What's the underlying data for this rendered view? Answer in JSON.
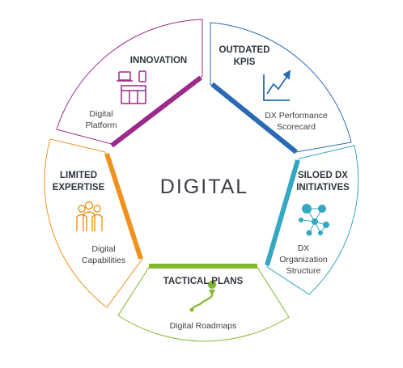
{
  "center": {
    "label": "DIGITAL"
  },
  "segments": [
    {
      "id": "innovation",
      "heading": "INNOVATION",
      "sub": "Digital\nPlatform",
      "color": "#9b2a8a",
      "icon": "computer-devices-icon"
    },
    {
      "id": "outdated-kpis",
      "heading": "OUTDATED\nKPIS",
      "sub": "DX Performance\nScorecard",
      "color": "#2a6ab5",
      "icon": "growth-chart-icon"
    },
    {
      "id": "siloed-dx",
      "heading": "SILOED DX\nINITIATIVES",
      "sub": "DX\nOrganization\nStructure",
      "color": "#34a7c2",
      "icon": "network-people-icon"
    },
    {
      "id": "tactical-plans",
      "heading": "TACTICAL PLANS",
      "sub": "Digital Roadmaps",
      "color": "#84b72d",
      "icon": "route-pin-icon"
    },
    {
      "id": "limited-expertise",
      "heading": "LIMITED\nEXPERTISE",
      "sub": "Digital\nCapabilities",
      "color": "#f0921e",
      "icon": "team-people-icon"
    }
  ]
}
